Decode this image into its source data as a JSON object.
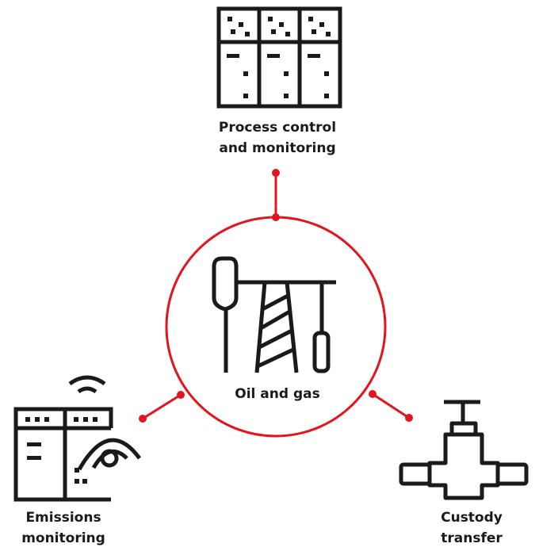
{
  "center": {
    "label": "Oil and gas"
  },
  "nodes": {
    "process": {
      "line1": "Process control",
      "line2": "and monitoring",
      "icon": "control-cabinet-icon"
    },
    "emissions": {
      "line1": "Emissions",
      "line2": "monitoring",
      "icon": "emissions-analyzer-icon"
    },
    "custody": {
      "line1": "Custody",
      "line2": "transfer",
      "icon": "valve-icon"
    }
  },
  "center_icon": "pumpjack-icon",
  "colors": {
    "accent": "#e3141c",
    "ink": "#1a1a1a",
    "background": "#ffffff"
  }
}
